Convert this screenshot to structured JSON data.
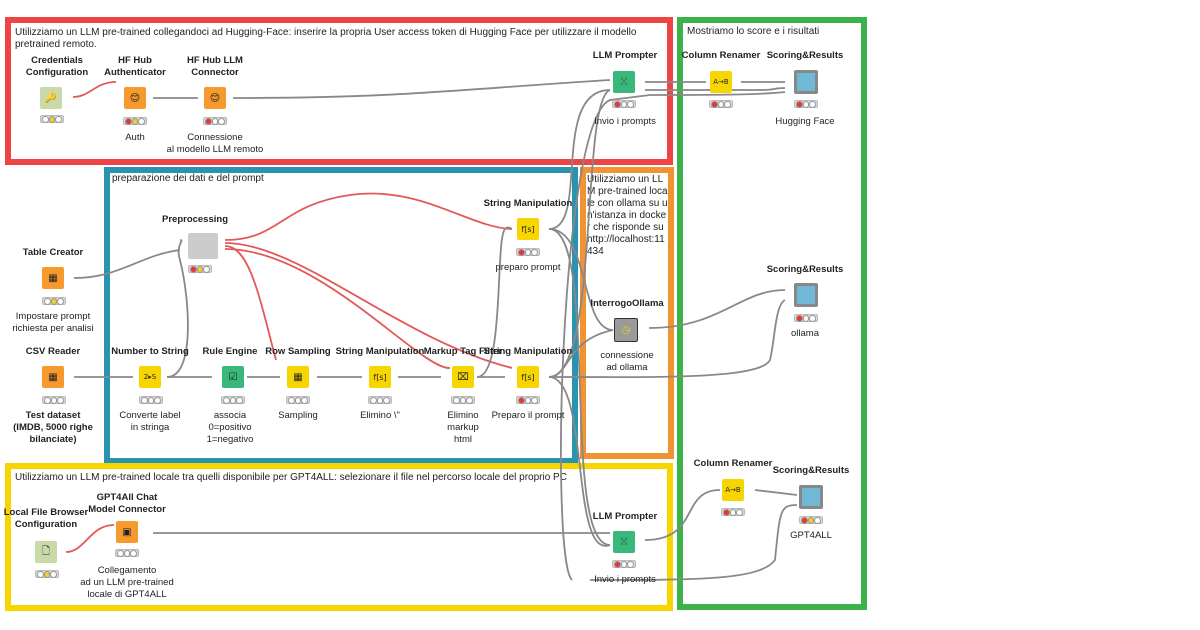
{
  "boxes": {
    "hf": {
      "text": "Utilizziamo un LLM pre-trained collegandoci ad Hugging-Face: inserire la propria User access token di Hugging Face per utilizzare il modello pretrained remoto.",
      "color": "#ee4444"
    },
    "prep": {
      "text": "preparazione dei dati e del prompt",
      "color": "#2a93b0"
    },
    "ollama": {
      "text": "Utilizziamo un LLM pre-trained locale con ollama su un'istanza in docker che risponde su http://localhost:11434",
      "color": "#f19333"
    },
    "results": {
      "text": "Mostriamo lo score e i risultati",
      "color": "#3bb34a"
    },
    "gpt": {
      "text": "Utilizziamo un LLM pre-trained locale tra quelli disponibile per GPT4ALL: selezionare il file nel percorso locale del proprio PC",
      "color": "#f7d500"
    }
  },
  "nodes": {
    "credentials": {
      "title": "Credentials\nConfiguration",
      "desc": "",
      "icon": "key-icon",
      "glyph": "🔑",
      "color": "#c9d9a8"
    },
    "hf_auth": {
      "title": "HF Hub\nAuthenticator",
      "desc": "Auth",
      "icon": "hugging-face-icon",
      "glyph": "😊",
      "color": "#f79a2e"
    },
    "hf_llm": {
      "title": "HF Hub LLM\nConnector",
      "desc": "Connessione\nal modello LLM remoto",
      "icon": "hugging-face-icon",
      "glyph": "😊",
      "color": "#f79a2e"
    },
    "llm_prompter_1": {
      "title": "LLM Prompter",
      "desc": "Invio i prompts",
      "icon": "brain-icon",
      "glyph": "ꔘ",
      "color": "#3ab77a"
    },
    "column_renamer_1": {
      "title": "Column Renamer",
      "desc": "",
      "icon": "rename-icon",
      "glyph": "A→B",
      "color": "#f7d500"
    },
    "scoring_1": {
      "title": "Scoring&Results",
      "desc": "Hugging Face",
      "icon": "component-icon",
      "glyph": "",
      "color": "#888888"
    },
    "table_creator": {
      "title": "Table Creator",
      "desc": "Impostare prompt\nrichiesta per analisi",
      "icon": "table-icon",
      "glyph": "▦",
      "color": "#f79a2e"
    },
    "preprocessing": {
      "title": "Preprocessing",
      "desc": "",
      "icon": "metanode-icon",
      "glyph": "",
      "color": "#cccccc"
    },
    "string_manip_top": {
      "title": "String Manipulation",
      "desc": "preparo prompt",
      "icon": "function-icon",
      "glyph": "f[s]",
      "color": "#f7d500"
    },
    "interrogo_ollama": {
      "title": "InterrogoOllama",
      "desc": "connessione\nad ollama",
      "icon": "clock-icon",
      "glyph": "◷",
      "color": "#999999"
    },
    "scoring_2": {
      "title": "Scoring&Results",
      "desc": "ollama",
      "icon": "component-icon",
      "glyph": "",
      "color": "#888888"
    },
    "csv_reader": {
      "title": "CSV Reader",
      "desc": "Test dataset\n(IMDB, 5000 righe\nbilanciate)",
      "icon": "csv-icon",
      "glyph": "▦",
      "color": "#f79a2e"
    },
    "number_to_string": {
      "title": "Number to String",
      "desc": "Converte label\nin stringa",
      "icon": "convert-icon",
      "glyph": "2▸S",
      "color": "#f7d500"
    },
    "rule_engine": {
      "title": "Rule Engine",
      "desc": "associa\n0=positivo\n1=negativo",
      "icon": "rule-icon",
      "glyph": "☑",
      "color": "#3ab77a"
    },
    "row_sampling": {
      "title": "Row Sampling",
      "desc": "Sampling",
      "icon": "grid-icon",
      "glyph": "▦",
      "color": "#f7d500"
    },
    "string_manip_mid": {
      "title": "String Manipulation",
      "desc": "Elimino \\\"",
      "icon": "function-icon",
      "glyph": "f[s]",
      "color": "#f7d500"
    },
    "markup_tag_filter": {
      "title": "Markup Tag Filter",
      "desc": "Elimino\nmarkup\nhtml",
      "icon": "filter-icon",
      "glyph": "⌧",
      "color": "#f7d500"
    },
    "string_manip_right": {
      "title": "String Manipulation",
      "desc": "Preparo il prompt",
      "icon": "function-icon",
      "glyph": "f[s]",
      "color": "#f7d500"
    },
    "local_file_browser": {
      "title": "Local File Browser\nConfiguration",
      "desc": "",
      "icon": "file-icon",
      "glyph": "🗋",
      "color": "#c9d9a8"
    },
    "gpt4all_connector": {
      "title": "GPT4All Chat\nModel Connector",
      "desc": "Collegamento\nad un LLM pre-trained\nlocale di GPT4ALL",
      "icon": "chip-icon",
      "glyph": "▣",
      "color": "#f79a2e"
    },
    "llm_prompter_2": {
      "title": "LLM Prompter",
      "desc": "Invio i prompts",
      "icon": "brain-icon",
      "glyph": "ꔘ",
      "color": "#3ab77a"
    },
    "column_renamer_2": {
      "title": "Column Renamer",
      "desc": "",
      "icon": "rename-icon",
      "glyph": "A→B",
      "color": "#f7d500"
    },
    "scoring_3": {
      "title": "Scoring&Results",
      "desc": "GPT4ALL",
      "icon": "component-icon",
      "glyph": "",
      "color": "#888888"
    }
  }
}
